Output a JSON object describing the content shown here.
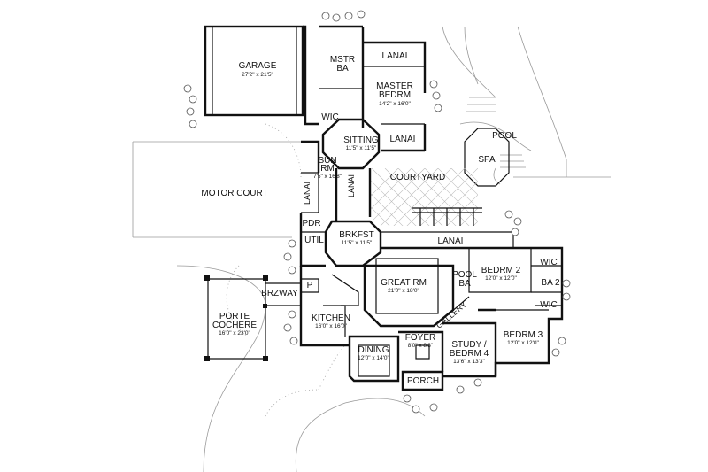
{
  "rooms": {
    "garage": {
      "name": "GARAGE",
      "dim": "27'2\" x 21'5\""
    },
    "mstr_ba": {
      "name1": "MSTR",
      "name2": "BA"
    },
    "lanai_top": {
      "name": "LANAI"
    },
    "master_bedrm": {
      "name1": "MASTER",
      "name2": "BEDRM",
      "dim": "14'2\" x 16'0\""
    },
    "wic_master": {
      "name": "WIC"
    },
    "sitting": {
      "name": "SITTING",
      "dim": "11'5\" x 11'5\""
    },
    "lanai_sitting": {
      "name": "LANAI"
    },
    "pool": {
      "name": "POOL"
    },
    "spa": {
      "name": "SPA"
    },
    "sun_rm": {
      "name1": "SUN",
      "name2": "RM",
      "dim": "7'5\" x 16'8\""
    },
    "courtyard": {
      "name": "COURTYARD"
    },
    "motor_court": {
      "name": "MOTOR COURT"
    },
    "lanai_left": {
      "name": "LANAI"
    },
    "lanai_mid": {
      "name": "LANAI"
    },
    "pdr": {
      "name": "PDR"
    },
    "util": {
      "name": "UTIL"
    },
    "brkfst": {
      "name": "BRKFST",
      "dim": "11'5\" x 11'5\""
    },
    "lanai_right": {
      "name": "LANAI"
    },
    "bedrm2": {
      "name": "BEDRM 2",
      "dim": "12'0\" x 12'0\""
    },
    "wic_2": {
      "name": "WIC"
    },
    "ba2": {
      "name": "BA 2"
    },
    "wic_3": {
      "name": "WIC"
    },
    "pool_ba": {
      "name1": "POOL",
      "name2": "BA"
    },
    "great_rm": {
      "name": "GREAT RM",
      "dim": "21'0\" x 18'0\""
    },
    "brzway": {
      "name": "BRZWAY"
    },
    "pantry": {
      "name": "P"
    },
    "kitchen": {
      "name": "KITCHEN",
      "dim": "16'0\" x 16'0\""
    },
    "porte_cochere": {
      "name1": "PORTE",
      "name2": "COCHERE",
      "dim": "16'0\" x 23'0\""
    },
    "gallery": {
      "name": "GALLERY"
    },
    "bedrm3": {
      "name": "BEDRM 3",
      "dim": "12'0\" x 12'0\""
    },
    "foyer": {
      "name": "FOYER",
      "dim": "8'0\" x 8'8\""
    },
    "study": {
      "name1": "STUDY /",
      "name2": "BEDRM 4",
      "dim": "13'6\" x 13'3\""
    },
    "dining": {
      "name": "DINING",
      "dim": "12'0\" x 14'0\""
    },
    "porch": {
      "name": "PORCH"
    }
  }
}
